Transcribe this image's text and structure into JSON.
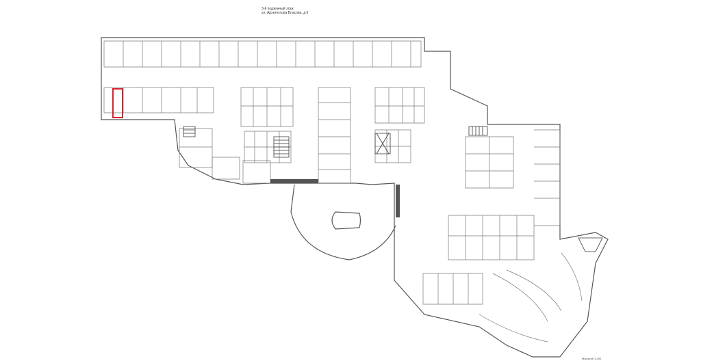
{
  "header": {
    "line1": "3-й подземный этаж",
    "line2": "ул. Архитектора Власова, д.6"
  },
  "footer": {
    "scale_note": "Масштаб 1:200"
  },
  "highlight_color": "#d9232e",
  "line_color": "#555555"
}
